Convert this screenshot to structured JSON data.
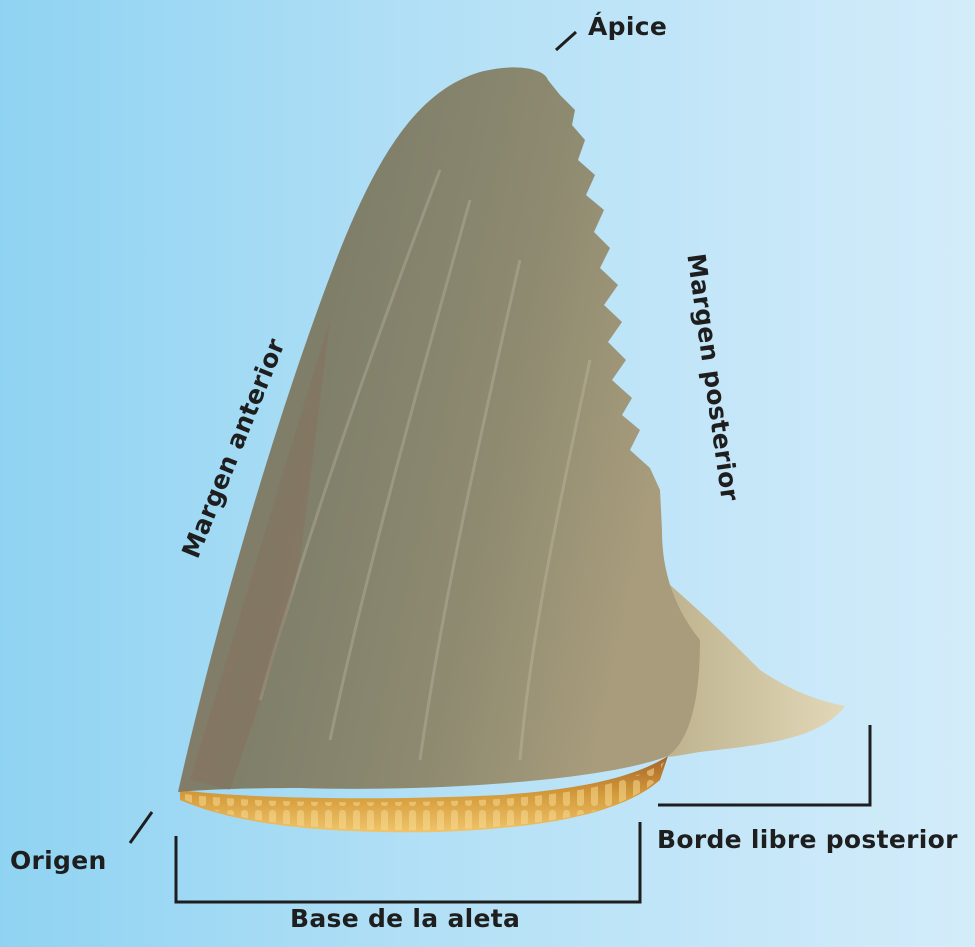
{
  "labels": {
    "apex": "Ápice",
    "anterior_margin": "Margen anterior",
    "posterior_margin": "Margen posterior",
    "origin": "Origen",
    "fin_base": "Base de la aleta",
    "free_rear_tip": "Borde libre posterior"
  },
  "colors": {
    "background_left": "#8fd3f2",
    "background_right": "#d3ecfa",
    "fin_body": "#7c7a64",
    "fin_tip": "#d2c7a2",
    "fin_base": "#c88a2c",
    "line": "#1e1e1e"
  }
}
